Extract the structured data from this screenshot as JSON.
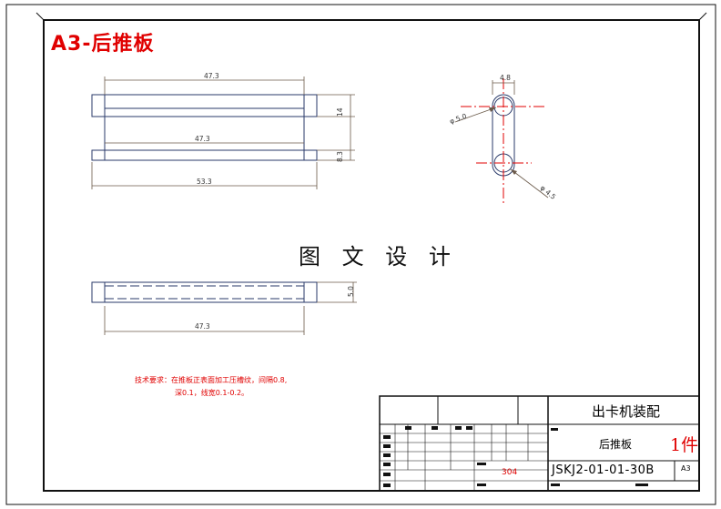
{
  "sheet_label": "A3-后推板",
  "watermark": "图 文 设 计",
  "requirements": {
    "line1": "技术要求：在推板正表面加工压槽纹，间隔0.8,",
    "line2": "深0.1，线宽0.1-0.2。"
  },
  "dimensions": {
    "top_width": "47.3",
    "mid_width": "47.3",
    "overall_width": "53.3",
    "height_14": "14",
    "height_83": "8.3",
    "hole_width": "4.8",
    "hole_top_dia": "φ 5.0",
    "hole_bottom_dia": "φ 4.5",
    "side_thickness": "5.0",
    "side_width": "47.3"
  },
  "title_block": {
    "assembly": "出卡机装配",
    "part_name": "后推板",
    "quantity": "1件",
    "material": "304",
    "drawing_no": "JSKJ2-01-01-30B",
    "sheet_size": "A3"
  },
  "colors": {
    "line": "#1a1a1a",
    "part": "#2a3a6a",
    "dim": "#6b5a4a",
    "red": "#e00000"
  }
}
